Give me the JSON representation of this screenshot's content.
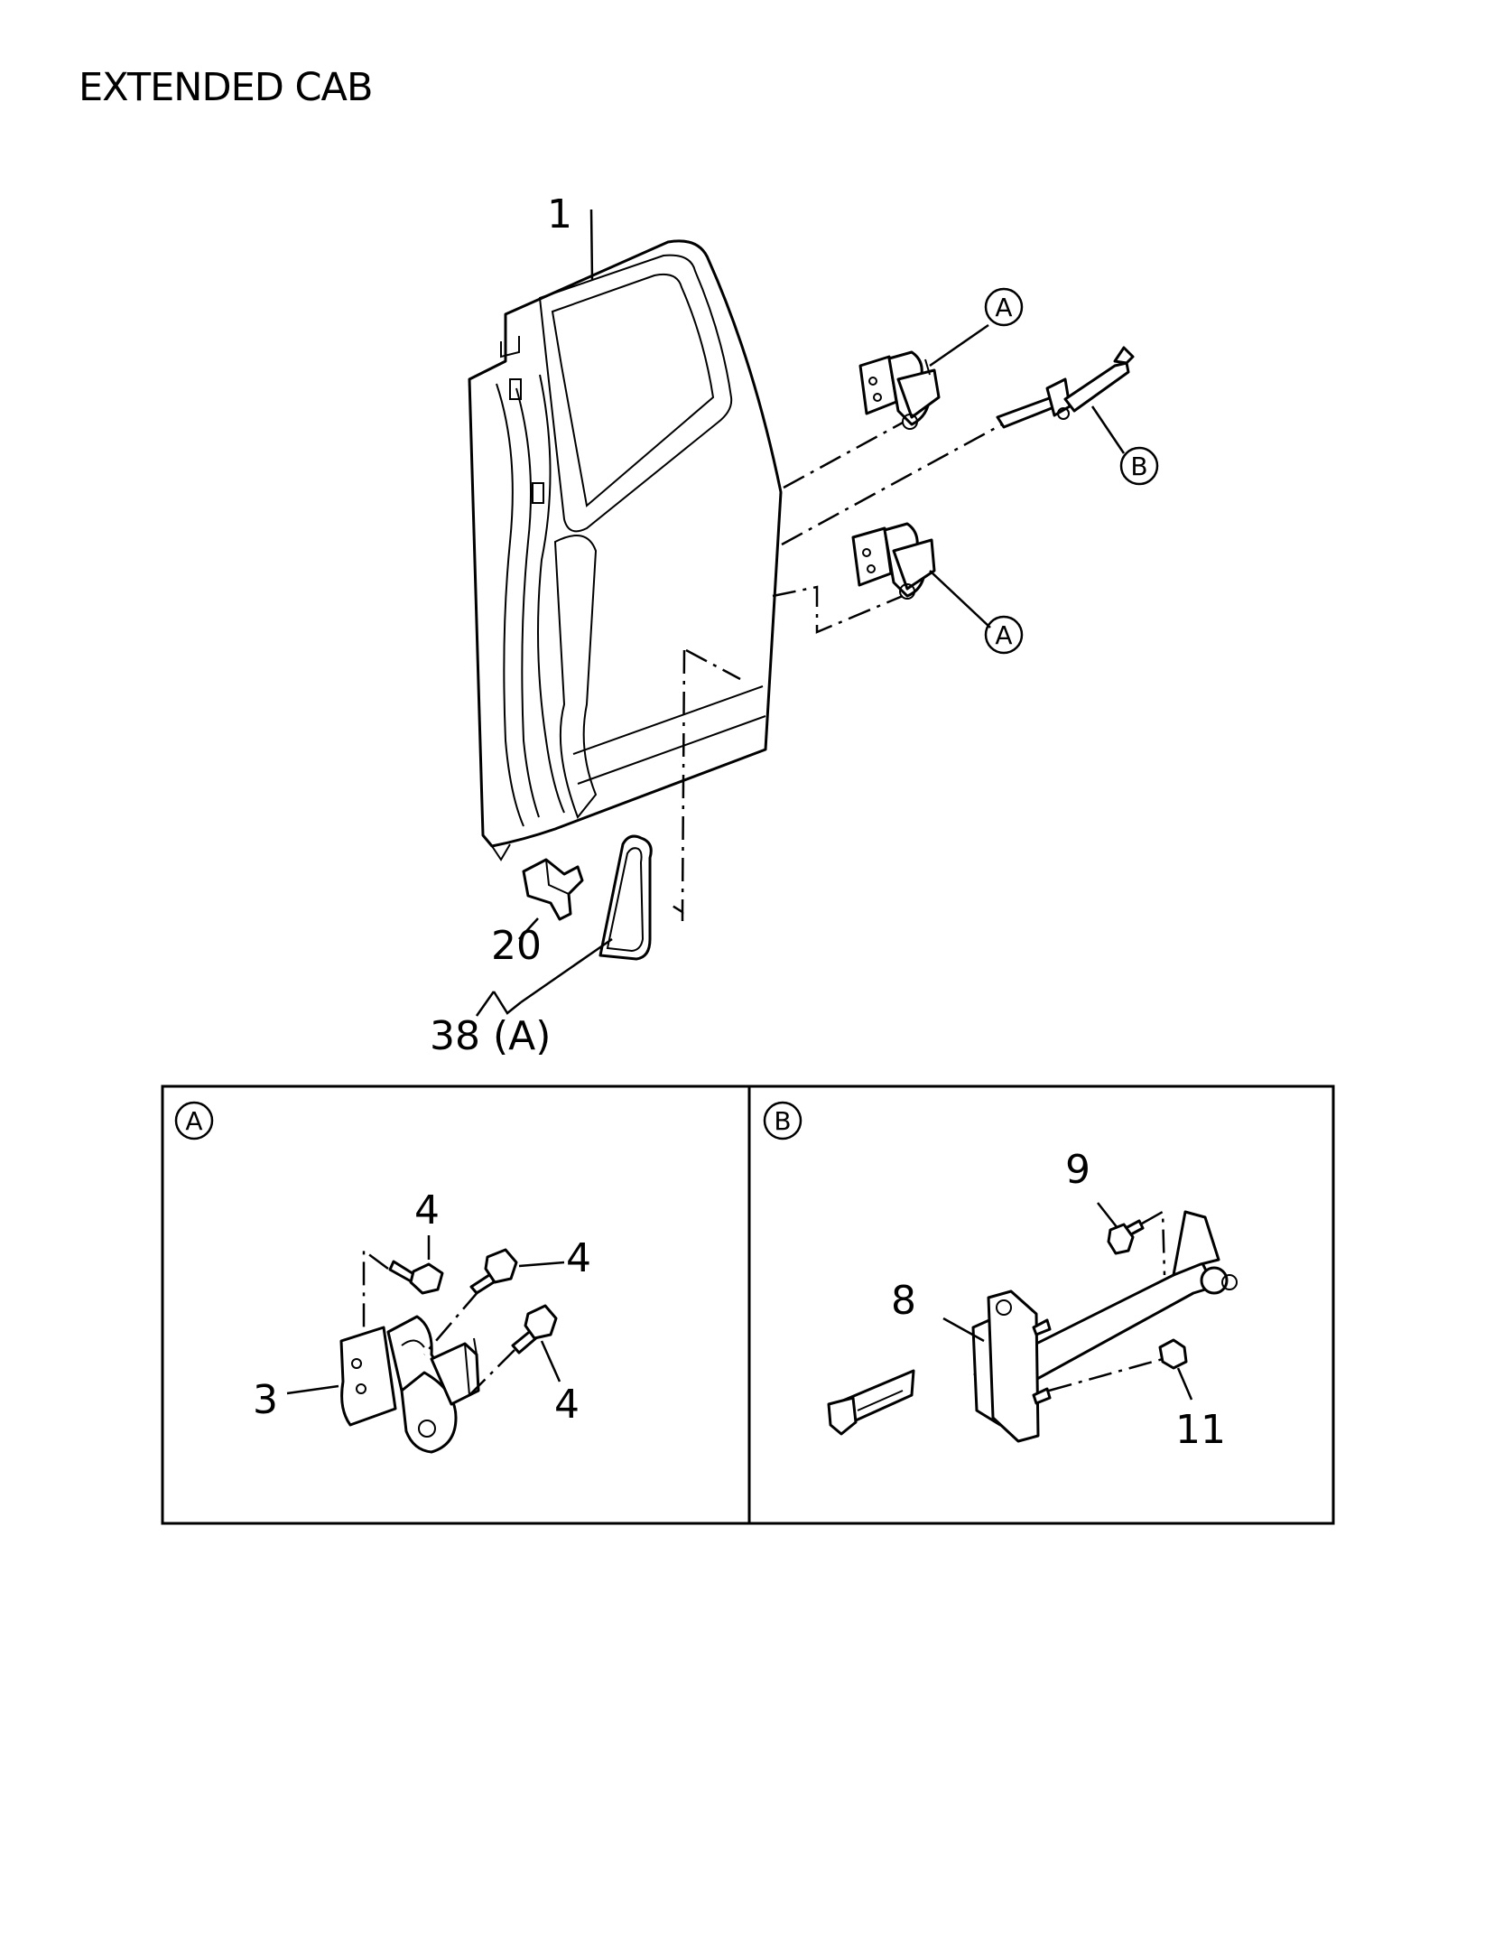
{
  "heading": "EXTENDED CAB",
  "callouts": {
    "door": "1",
    "seal": "20",
    "kit": "38 (A)",
    "hinge": "3",
    "hinge_bolt_top": "4",
    "hinge_bolt_right": "4",
    "hinge_bolt_low": "4",
    "check_link": "8",
    "check_bolt": "9",
    "check_nut": "11"
  },
  "references": {
    "hinge_upper": "A",
    "hinge_lower": "A",
    "check": "B",
    "inset_a": "A",
    "inset_b": "B"
  }
}
